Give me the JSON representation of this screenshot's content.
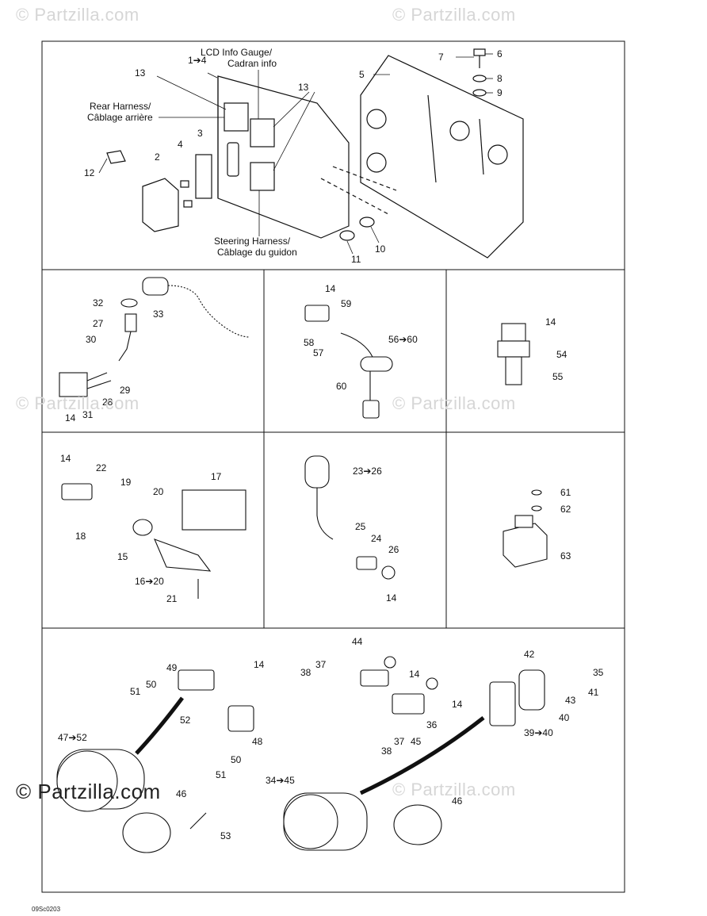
{
  "watermark": {
    "top_left": "© Partzilla.com",
    "top_right": "© Partzilla.com",
    "mid_left": "© Partzilla.com",
    "mid_right": "© Partzilla.com",
    "bottom_left": "© Partzilla.com",
    "bottom_right": "© Partzilla.com"
  },
  "drawing_code": "09Sc0203",
  "panel1": {
    "lcd_gauge_en": "LCD Info Gauge/",
    "lcd_gauge_fr": "Cadran info",
    "rear_harness_en": "Rear Harness/",
    "rear_harness_fr": "Câblage arrière",
    "steering_harness_en": "Steering Harness/",
    "steering_harness_fr": "Câblage du guidon",
    "callouts": [
      "1➔4",
      "13",
      "13",
      "2",
      "3",
      "4",
      "12",
      "5",
      "6",
      "7",
      "8",
      "9",
      "10",
      "11"
    ]
  },
  "panel2": {
    "callouts": [
      "32",
      "33",
      "27",
      "30",
      "29",
      "28",
      "31",
      "14"
    ]
  },
  "panel3": {
    "callouts": [
      "14",
      "59",
      "58",
      "57",
      "56➔60",
      "60"
    ]
  },
  "panel4": {
    "callouts": [
      "14",
      "54",
      "55"
    ]
  },
  "panel5": {
    "callouts": [
      "14",
      "22",
      "19",
      "20",
      "17",
      "18",
      "15",
      "16➔20",
      "21"
    ]
  },
  "panel6": {
    "callouts": [
      "23➔26",
      "25",
      "24",
      "26",
      "14"
    ]
  },
  "panel7": {
    "callouts": [
      "61",
      "62",
      "63"
    ]
  },
  "panel8": {
    "callouts": [
      "49",
      "14",
      "50",
      "51",
      "52",
      "48",
      "47➔52",
      "50",
      "51",
      "46",
      "53"
    ]
  },
  "panel9": {
    "callouts": [
      "44",
      "37",
      "38",
      "14",
      "14",
      "36",
      "38",
      "37",
      "45",
      "34➔45",
      "46",
      "42",
      "35",
      "43",
      "41",
      "40",
      "39➔40"
    ]
  }
}
